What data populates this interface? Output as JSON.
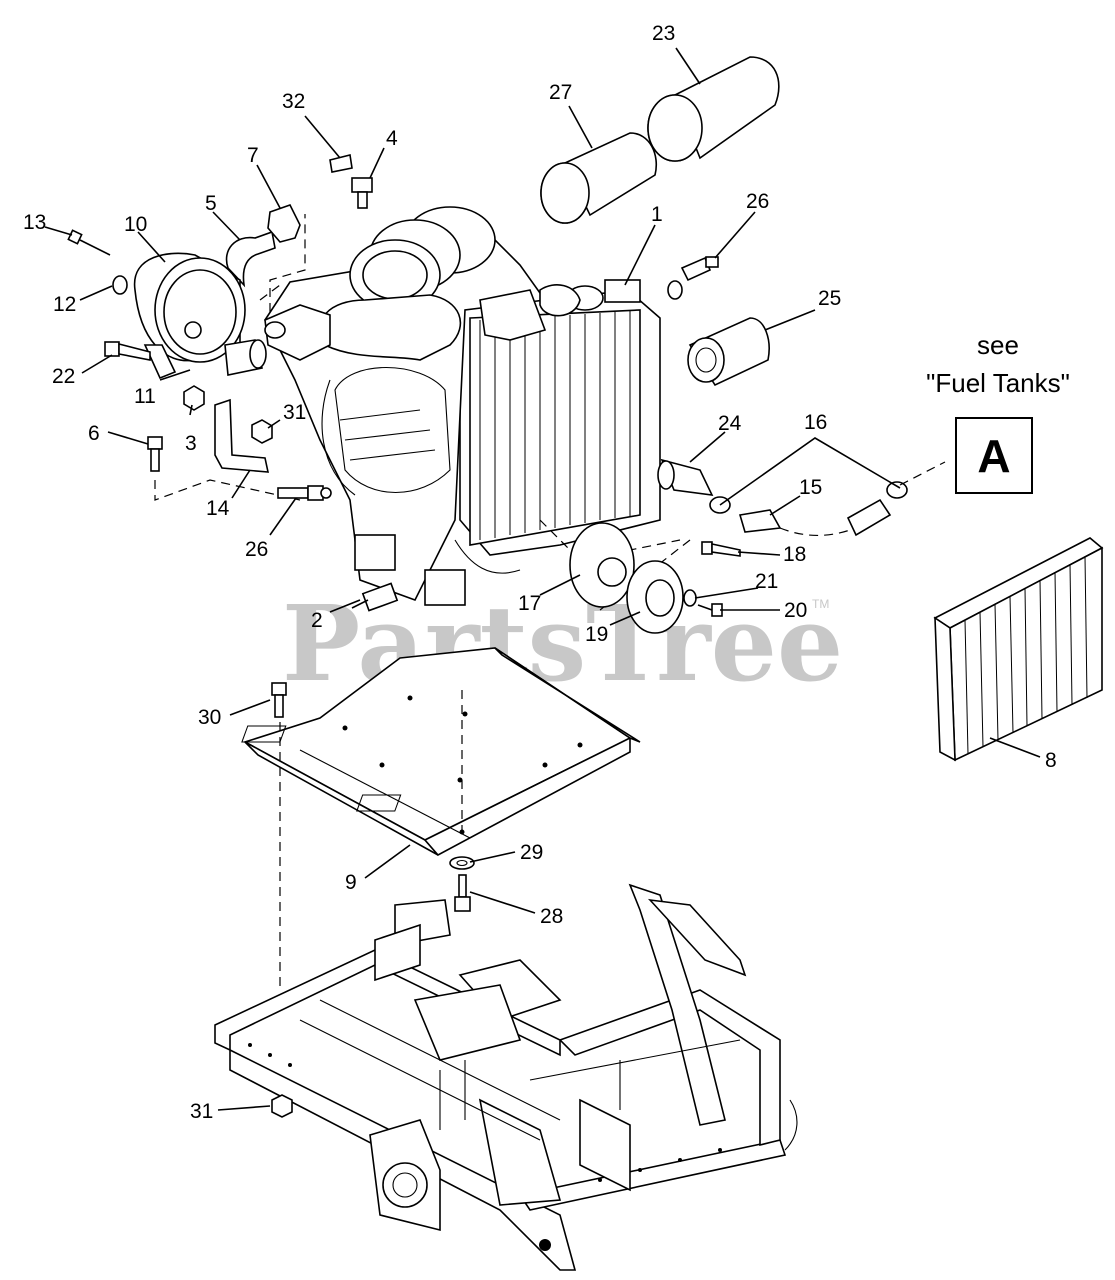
{
  "callouts": [
    "1",
    "2",
    "3",
    "4",
    "5",
    "6",
    "7",
    "8",
    "9",
    "10",
    "11",
    "12",
    "13",
    "14",
    "15",
    "16",
    "17",
    "18",
    "19",
    "20",
    "21",
    "22",
    "23",
    "24",
    "25",
    "26",
    "26",
    "27",
    "28",
    "29",
    "30",
    "31",
    "31",
    "32"
  ],
  "reference": {
    "note_line1": "see",
    "note_line2": "\"Fuel Tanks\"",
    "letter": "A"
  },
  "watermark": {
    "text": "PartsTree",
    "trademark": "TM"
  }
}
